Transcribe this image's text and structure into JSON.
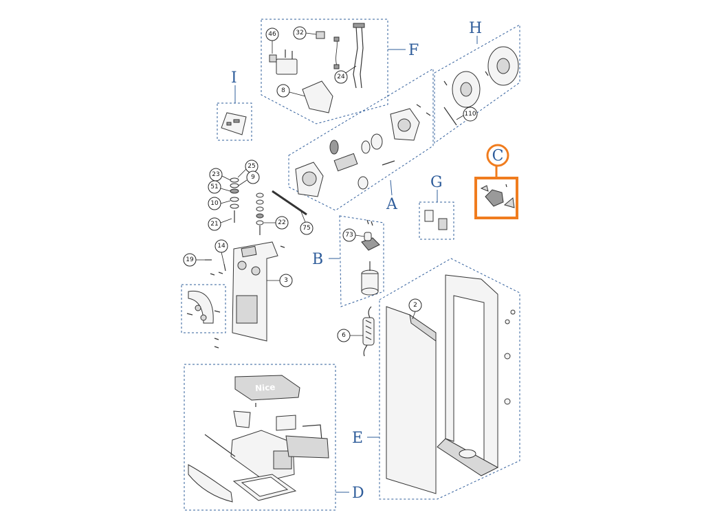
{
  "groups": {
    "A": "A",
    "B": "B",
    "C": "C",
    "D": "D",
    "E": "E",
    "F": "F",
    "G": "G",
    "H": "H",
    "I": "I"
  },
  "callouts": {
    "c46": "46",
    "c32": "32",
    "c24": "24",
    "c8": "8",
    "c110": "110",
    "c23": "23",
    "c25": "25",
    "c9": "9",
    "c51": "51",
    "c10": "10",
    "c21": "21",
    "c22": "22",
    "c75": "75",
    "c73": "73",
    "c14": "14",
    "c19": "19",
    "c3": "3",
    "c6": "6",
    "c2": "2"
  },
  "cover_logo": "Nice",
  "colors": {
    "group_lines": "#2e5c9a",
    "highlight": "#f07c1e"
  }
}
